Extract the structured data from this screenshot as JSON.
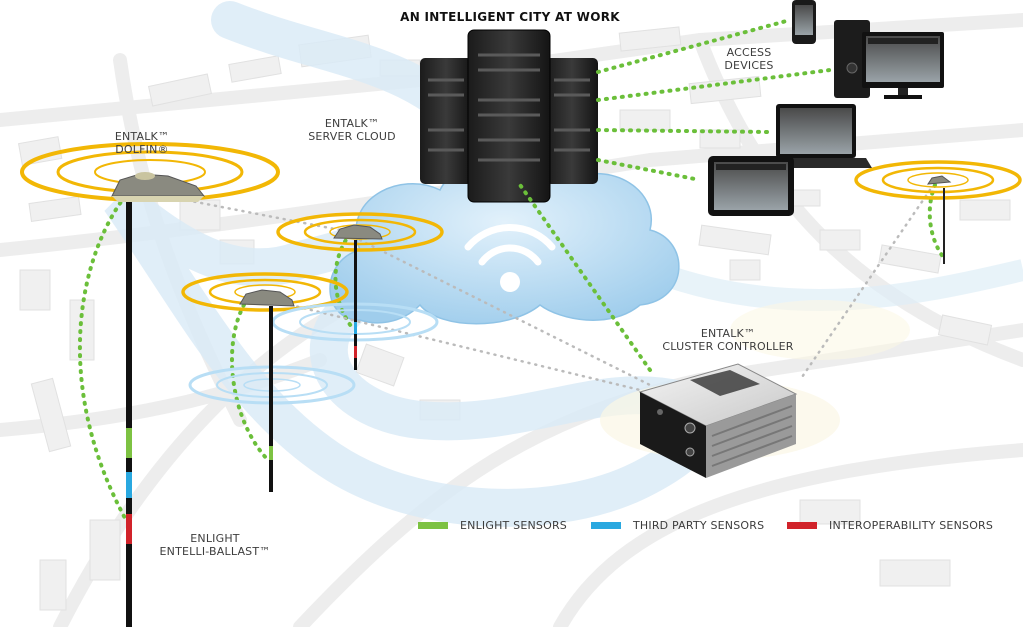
{
  "title": "AN INTELLIGENT CITY AT WORK",
  "labels": {
    "dolfin": [
      "ENTALK™",
      "DOLFIN®"
    ],
    "server_cloud": [
      "ENTALK™",
      "SERVER CLOUD"
    ],
    "access_devices": [
      "ACCESS",
      "DEVICES"
    ],
    "cluster_controller": [
      "ENTALK™",
      "CLUSTER CONTROLLER"
    ],
    "entelli_ballast": [
      "ENLIGHT",
      "ENTELLI-BALLAST™"
    ]
  },
  "legend": [
    {
      "label": "ENLIGHT SENSORS",
      "color": "#7dc242"
    },
    {
      "label": "THIRD PARTY SENSORS",
      "color": "#29a8e0"
    },
    {
      "label": "INTEROPERABILITY SENSORS",
      "color": "#d1232a"
    }
  ],
  "colors": {
    "ring": "#f2b705",
    "link": "#6bbf3a",
    "cloud": "#bcdff5",
    "river": "#d3e7f5",
    "map": "#e6e6e6"
  },
  "icons": [
    "server-stack-icon",
    "wifi-icon",
    "smartphone-icon",
    "desktop-computer-icon",
    "laptop-icon",
    "tablet-icon",
    "cluster-controller-box-icon",
    "streetlight-fixture-icon"
  ]
}
